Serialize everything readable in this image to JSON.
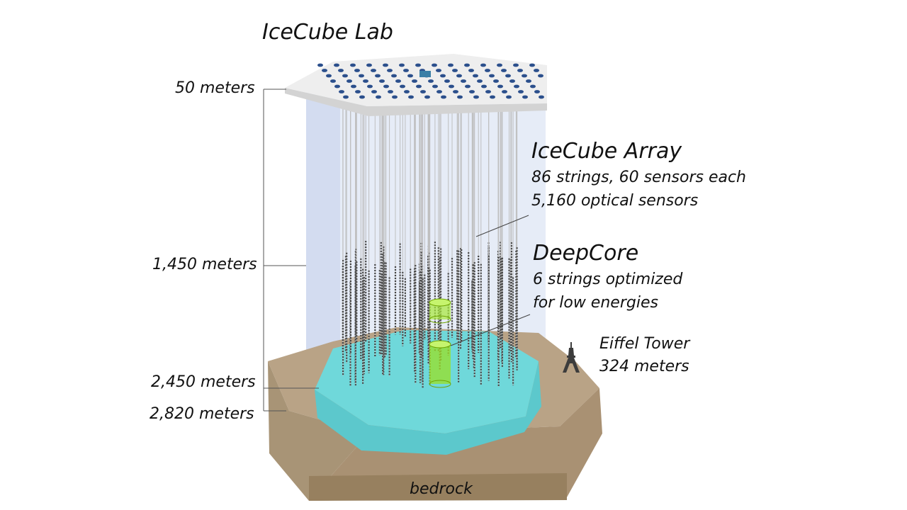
{
  "title": "IceCube Lab",
  "depth_labels": {
    "d50": "50 meters",
    "d1450": "1,450 meters",
    "d2450": "2,450 meters",
    "d2820": "2,820 meters"
  },
  "array": {
    "heading": "IceCube Array",
    "line1": "86 strings, 60 sensors each",
    "line2": "5,160 optical sensors"
  },
  "deepcore": {
    "heading": "DeepCore",
    "line1": "6 strings optimized",
    "line2": "for low energies"
  },
  "eiffel": {
    "line1": "Eiffel Tower",
    "line2": "324 meters"
  },
  "bedrock": "bedrock",
  "colors": {
    "ice_column": "#dbe4f3",
    "surface_plate": "#ededed",
    "sensor_hole": "#2b4f8c",
    "bedrock": "#b8a387",
    "deep_ice": "#66d6d8",
    "deepcore": "#99e020"
  }
}
